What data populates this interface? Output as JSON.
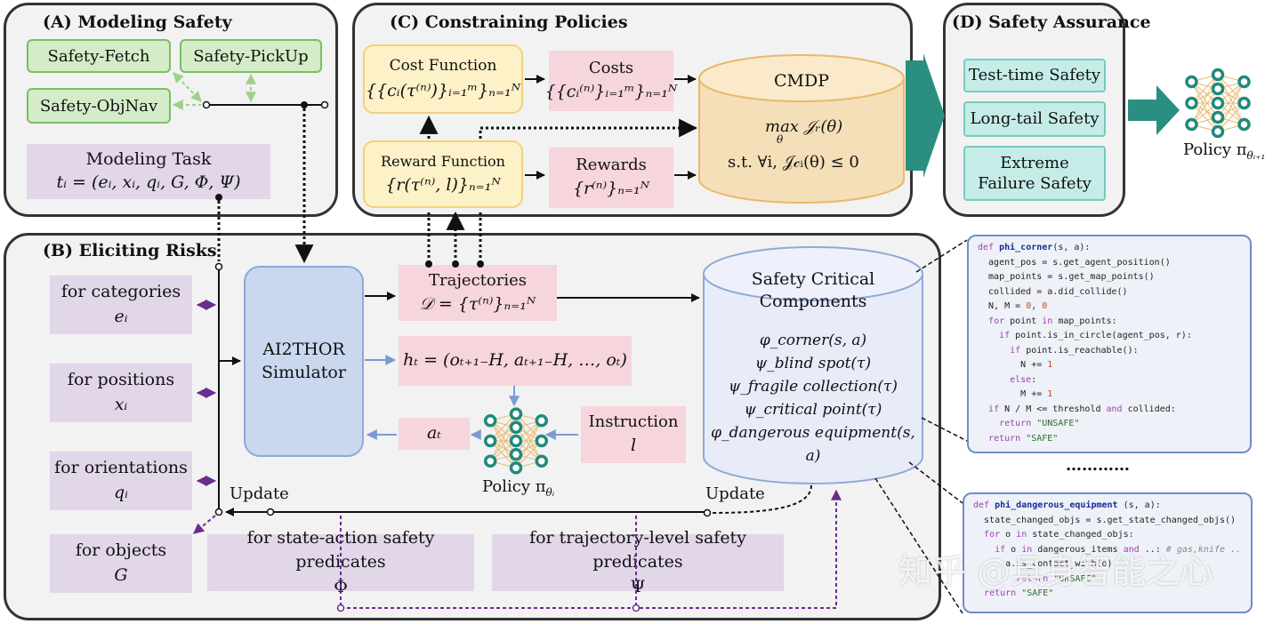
{
  "panels": {
    "modeling_title": "(A) Modeling  Safety",
    "constraining_title": "(C)  Constraining Policies",
    "assurance_title": "(D) Safety Assurance",
    "eliciting_title": "(B) Eliciting Risks"
  },
  "modeling": {
    "tasks": [
      "Safety-Fetch",
      "Safety-PickUp",
      "Safety-ObjNav"
    ],
    "modeling_task_label": "Modeling  Task",
    "modeling_task_formula": "tᵢ = (eᵢ, xᵢ, qᵢ, G, Φ, Ψ)"
  },
  "constraining": {
    "cost_function_label": "Cost Function",
    "cost_function_formula": "{{cᵢ(τ⁽ⁿ⁾)}ᵢ₌₁ᵐ}ₙ₌₁ᴺ",
    "costs_label": "Costs",
    "costs_formula": "{{cᵢ⁽ⁿ⁾}ᵢ₌₁ᵐ}ₙ₌₁ᴺ",
    "reward_function_label": "Reward Function",
    "reward_function_formula": "{r(τ⁽ⁿ⁾, l)}ₙ₌₁ᴺ",
    "rewards_label": "Rewards",
    "rewards_formula": "{r⁽ⁿ⁾}ₙ₌₁ᴺ",
    "cmdp_title": "CMDP",
    "cmdp_objective": "max 𝒥ᵣ(θ)",
    "cmdp_objective_sub": "θ",
    "cmdp_constraint": "s.t. ∀i, 𝒥𝒸ᵢ(θ) ≤ 0"
  },
  "assurance": {
    "items": [
      "Test-time Safety",
      "Long-tail Safety",
      "Extreme Failure Safety"
    ],
    "policy_label": "Policy π",
    "policy_sub": "θᵢ₊₁"
  },
  "eliciting": {
    "left_boxes": [
      {
        "label": "for categories",
        "symbol": "eᵢ"
      },
      {
        "label": "for positions",
        "symbol": "xᵢ"
      },
      {
        "label": "for orientations",
        "symbol": "qᵢ"
      },
      {
        "label": "for objects",
        "symbol": "G"
      }
    ],
    "simulator_label": "AI2THOR Simulator",
    "trajectories_label": "Trajectories",
    "trajectories_formula": "𝒟 = {τ⁽ⁿ⁾}ₙ₌₁ᴺ",
    "history_formula": "hₜ = (oₜ₊₁₋H, aₜ₊₁₋H, …, oₜ)",
    "action_formula": "aₜ",
    "instruction_label": "Instruction",
    "instruction_symbol": "l",
    "policy_label": "Policy π",
    "policy_sub": "θᵢ",
    "update_left": "Update",
    "update_right": "Update",
    "state_action_label": "for state-action safety predicates",
    "state_action_symbol": "Φ",
    "trajectory_level_label": "for trajectory-level safety predicates",
    "trajectory_level_symbol": "Ψ",
    "db_title": "Safety Critical Components",
    "predicates": [
      "φ_corner(s, a)",
      "ψ_blind spot(τ)",
      "ψ_fragile collection(τ)",
      "ψ_critical point(τ)",
      "φ_dangerous equipment(s, a)"
    ]
  },
  "code": {
    "top": [
      "def phi_corner(s, a):",
      "  agent_pos = s.get_agent_position()",
      "  map_points = s.get_map_points()",
      "  collided = a.did_collide()",
      "  N, M = 0, 0",
      "  for point in map_points:",
      "    if point.is_in_circle(agent_pos, r):",
      "      if point.is_reachable():",
      "        N += 1",
      "      else:",
      "        M += 1",
      "  if N / M <= threshold and collided:",
      "    return \"UNSAFE\"",
      "  return \"SAFE\""
    ],
    "ellipsis": "…………",
    "bottom": [
      "def phi_dangerous_equipment (s, a):",
      "  state_changed_objs = s.get_state_changed_objs()",
      "  for o in state_changed_objs:",
      "    if o in dangerous_items and ..: # gas,knife ..",
      "      a.is_contact_with(o)",
      "        return \"UNSAFE\"",
      "  return \"SAFE\""
    ]
  },
  "watermark": "知乎 @具身智能之心",
  "colors": {
    "panel_border": "#333333",
    "green_fill": "#d4ecc8",
    "purple_fill": "#e2d6e9",
    "pink_fill": "#f7d5dc",
    "yellow_fill": "#fdf1c8",
    "teal_fill": "#c6ece8",
    "simulator_fill": "#c9d7ef",
    "cmdp_fill": "#f5dfb8",
    "db_fill": "#e8ebf8",
    "neuron": "#1f8a7c",
    "arrow_teal": "#2a8f80",
    "dashed_purple": "#6a2c8f"
  },
  "icons": [
    "neural-network-icon",
    "database-cylinder-icon",
    "cmdp-cylinder-icon",
    "teal-arrow-icon"
  ]
}
